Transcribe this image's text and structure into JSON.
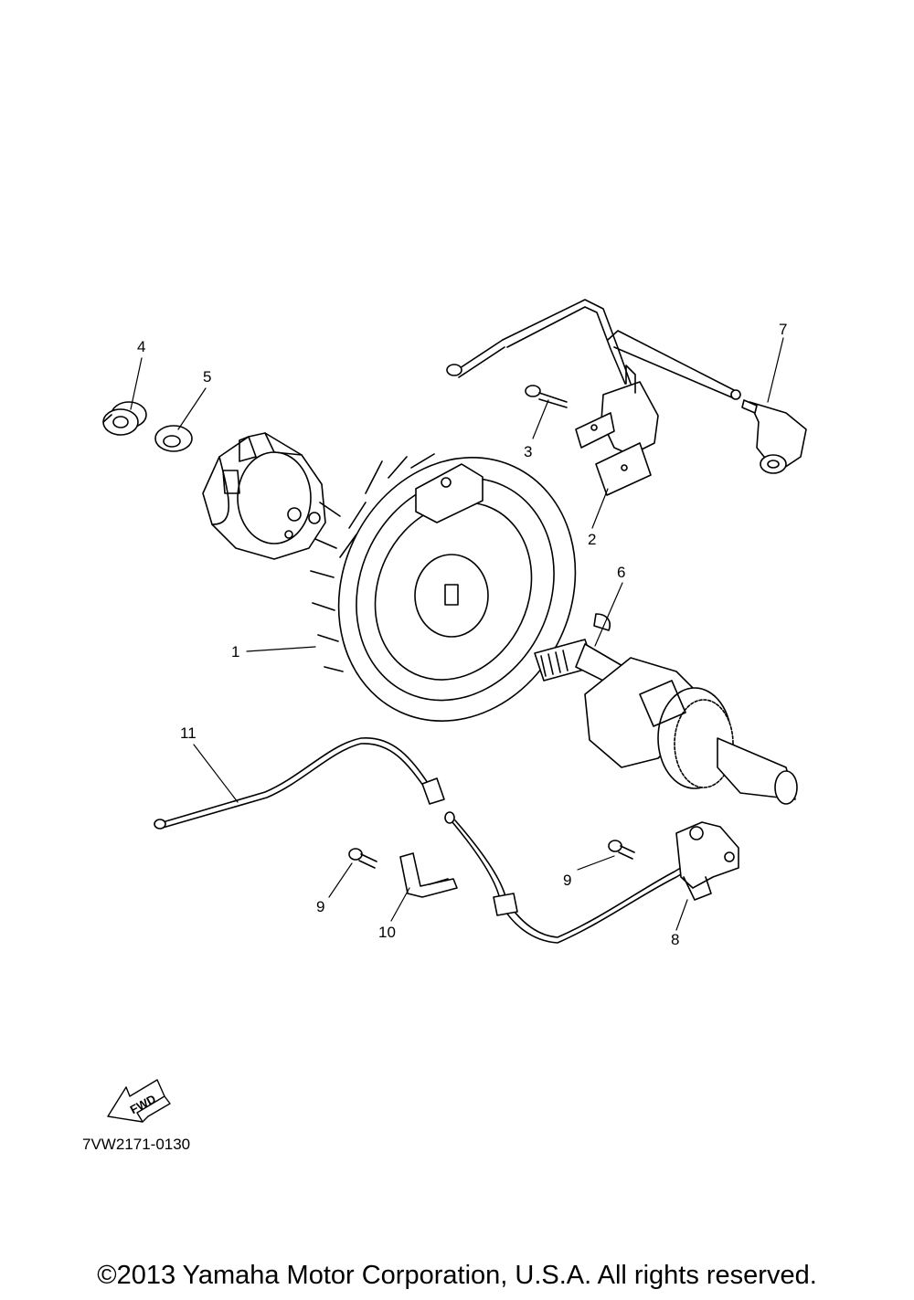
{
  "callouts": [
    {
      "id": "1",
      "text": "1"
    },
    {
      "id": "2",
      "text": "2"
    },
    {
      "id": "3",
      "text": "3"
    },
    {
      "id": "4",
      "text": "4"
    },
    {
      "id": "5",
      "text": "5"
    },
    {
      "id": "6",
      "text": "6"
    },
    {
      "id": "7",
      "text": "7"
    },
    {
      "id": "8",
      "text": "8"
    },
    {
      "id": "9a",
      "text": "9"
    },
    {
      "id": "9b",
      "text": "9"
    },
    {
      "id": "10",
      "text": "10"
    },
    {
      "id": "11",
      "text": "11"
    }
  ],
  "fwd_label": "FWD",
  "diagram_code": "7VW2171-0130",
  "copyright": "©2013 Yamaha Motor Corporation, U.S.A. All rights reserved."
}
